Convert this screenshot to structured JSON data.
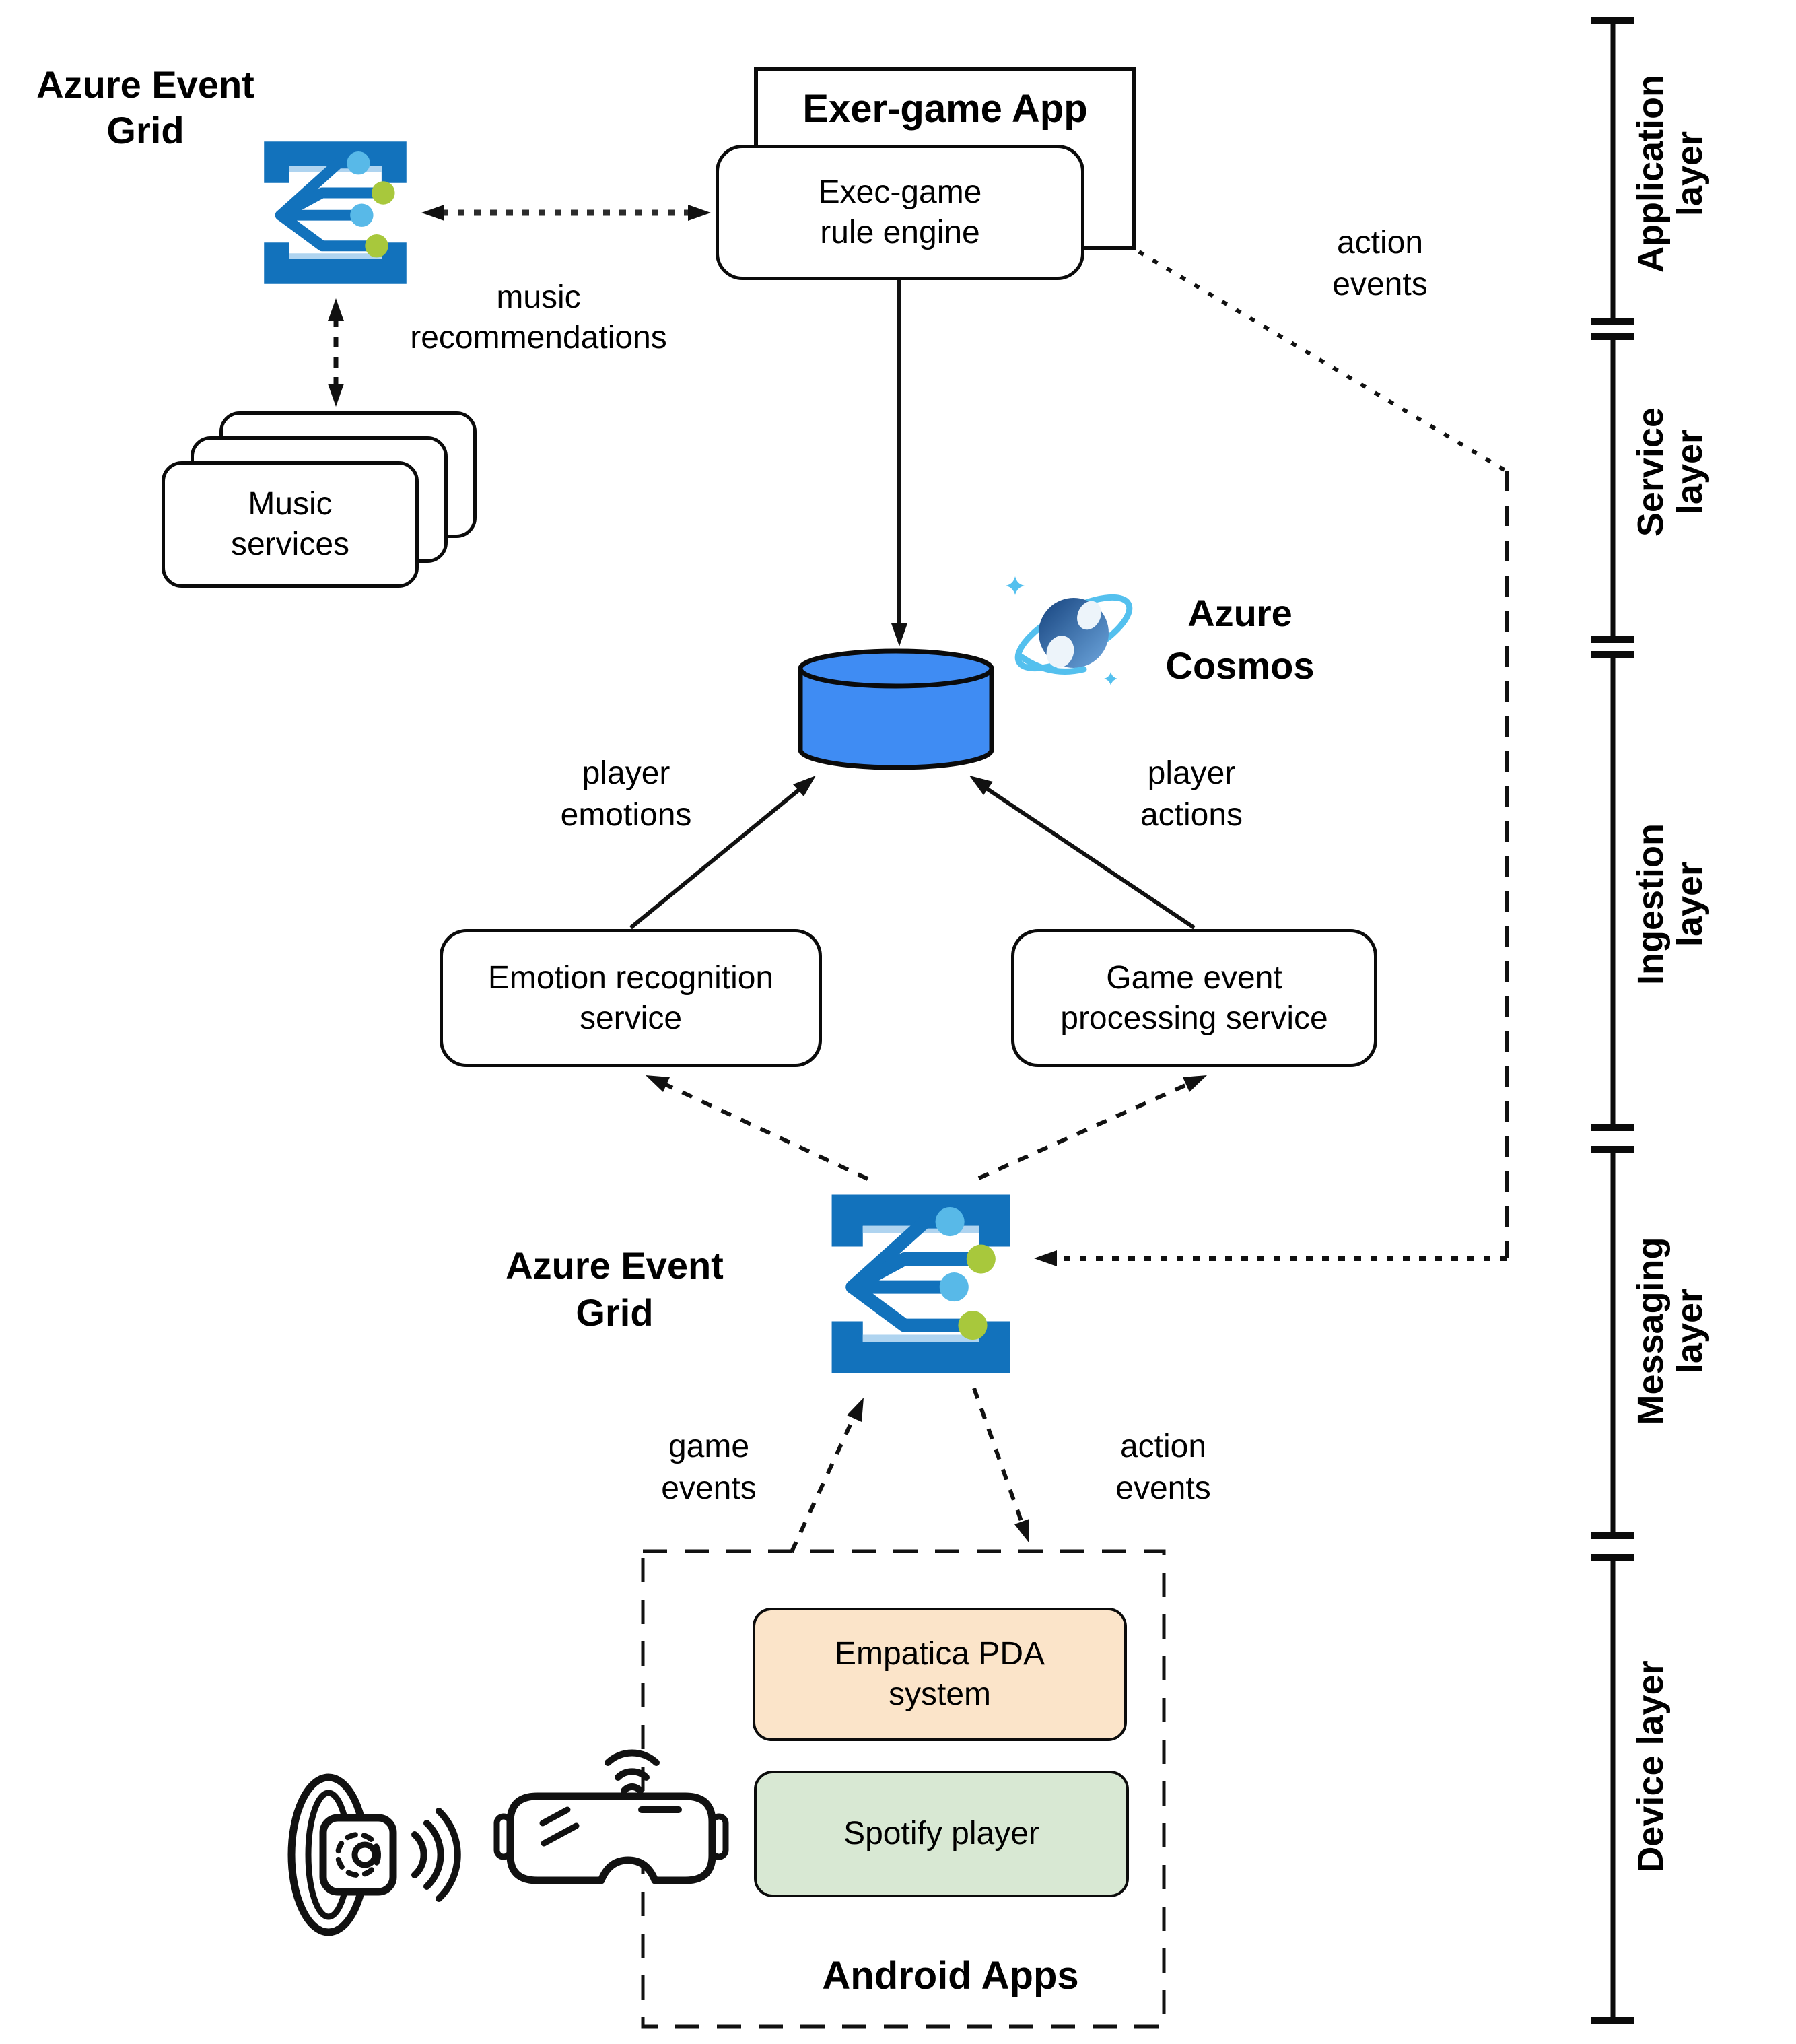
{
  "nodes": {
    "event_grid_top": {
      "line1": "Azure Event",
      "line2": "Grid"
    },
    "exergame_app": {
      "title": "Exer-game App"
    },
    "rule_engine": {
      "line1": "Exec-game",
      "line2": "rule engine"
    },
    "music_services": {
      "line1": "Music",
      "line2": "services"
    },
    "cosmos": {
      "line1": "Azure",
      "line2": "Cosmos"
    },
    "emotion_service": {
      "line1": "Emotion recognition",
      "line2": "service"
    },
    "game_service": {
      "line1": "Game event",
      "line2": "processing service"
    },
    "event_grid_mid": {
      "line1": "Azure Event",
      "line2": "Grid"
    },
    "empatica": {
      "line1": "Empatica PDA",
      "line2": "system"
    },
    "spotify": {
      "label": "Spotify player"
    },
    "android_apps": {
      "title": "Android Apps"
    }
  },
  "edge_labels": {
    "music_recommendations": {
      "line1": "music",
      "line2": "recommendations"
    },
    "action_events_app": {
      "line1": "action",
      "line2": "events"
    },
    "player_emotions": {
      "line1": "player",
      "line2": "emotions"
    },
    "player_actions": {
      "line1": "player",
      "line2": "actions"
    },
    "game_events": {
      "line1": "game",
      "line2": "events"
    },
    "action_events_device": {
      "line1": "action",
      "line2": "events"
    }
  },
  "layers": [
    {
      "line1": "Application",
      "line2": "layer"
    },
    {
      "line1": "Service",
      "line2": "layer"
    },
    {
      "line1": "Ingestion",
      "line2": "layer"
    },
    {
      "line1": "Messaging",
      "line2": "layer"
    },
    {
      "line1": "Device layer"
    }
  ],
  "colors": {
    "event_grid_blue": "#1272BC",
    "node_light_blue": "#58B9E8",
    "node_green": "#A8C83C",
    "cosmos_db_cylinder": "#3F8CF3",
    "cosmos_ring": "#54C0EE",
    "empatica_fill": "#FBE4C9",
    "spotify_fill": "#D8E8D3"
  }
}
